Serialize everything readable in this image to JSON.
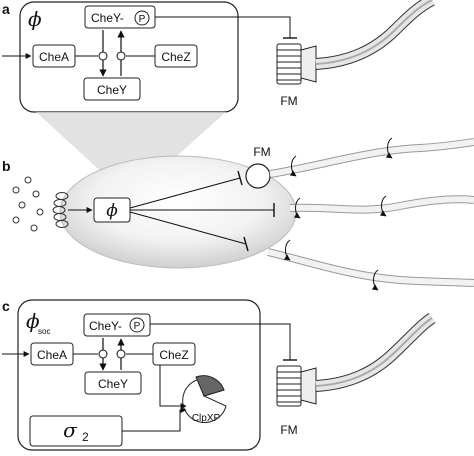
{
  "panels": {
    "a": "a",
    "b": "b",
    "c": "c"
  },
  "panel_a": {
    "phi": "ϕ",
    "chey_p": "CheY-",
    "p_mark": "P",
    "chea": "CheA",
    "chez": "CheZ",
    "chey": "CheY",
    "fm": "FM"
  },
  "panel_b": {
    "phi": "ϕ",
    "fm": "FM"
  },
  "panel_c": {
    "phi": "ϕ",
    "phi_sub": "soc",
    "chey_p": "CheY-",
    "p_mark": "P",
    "chea": "CheA",
    "chez": "CheZ",
    "chey": "CheY",
    "sigma": "σ",
    "sigma_sub": "2",
    "clpxp": "ClpXP",
    "fm": "FM"
  }
}
